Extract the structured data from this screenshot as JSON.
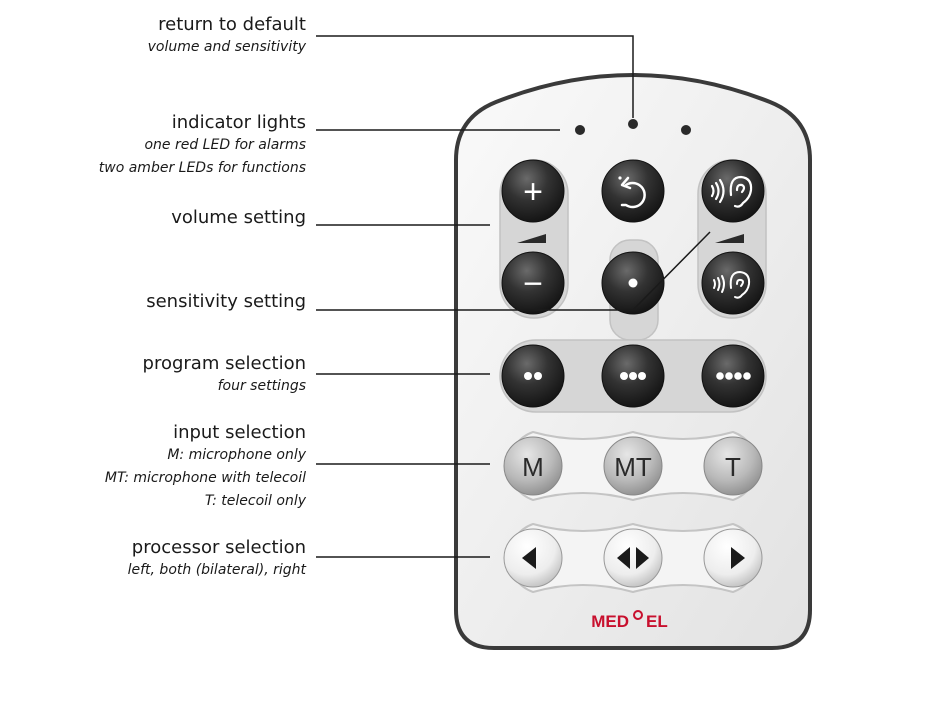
{
  "annotations": [
    {
      "id": "return",
      "title": "return to default",
      "lines": [
        "volume and sensitivity"
      ]
    },
    {
      "id": "indicator",
      "title": "indicator lights",
      "lines": [
        "one red LED for alarms",
        "two amber LEDs for functions"
      ]
    },
    {
      "id": "volume",
      "title": "volume setting",
      "lines": []
    },
    {
      "id": "sensitivity",
      "title": "sensitivity setting",
      "lines": []
    },
    {
      "id": "program",
      "title": "program selection",
      "lines": [
        "four settings"
      ]
    },
    {
      "id": "input",
      "title": "input selection",
      "lines": [
        "M: microphone only",
        "MT: microphone with telecoil",
        "T: telecoil only"
      ]
    },
    {
      "id": "processor",
      "title": "processor selection",
      "lines": [
        "left, both (bilateral), right"
      ]
    }
  ],
  "remote": {
    "brand": {
      "left": "MED",
      "right": "EL",
      "color": "#c8102e"
    },
    "buttons": {
      "volume_up": "+",
      "volume_down": "−",
      "input_m": "M",
      "input_mt": "MT",
      "input_t": "T"
    },
    "icons": {
      "return": "return-arrow-icon",
      "sensitivity": "ear-sound-icon",
      "program": "dots-icon",
      "processor": "triangle-arrow-icon"
    },
    "colors": {
      "dark_button": "#2b2b2b",
      "light_button": "#c9c9c9",
      "white_button": "#f2f2f2",
      "body": "#ededed",
      "outline": "#3a3a3a"
    }
  }
}
